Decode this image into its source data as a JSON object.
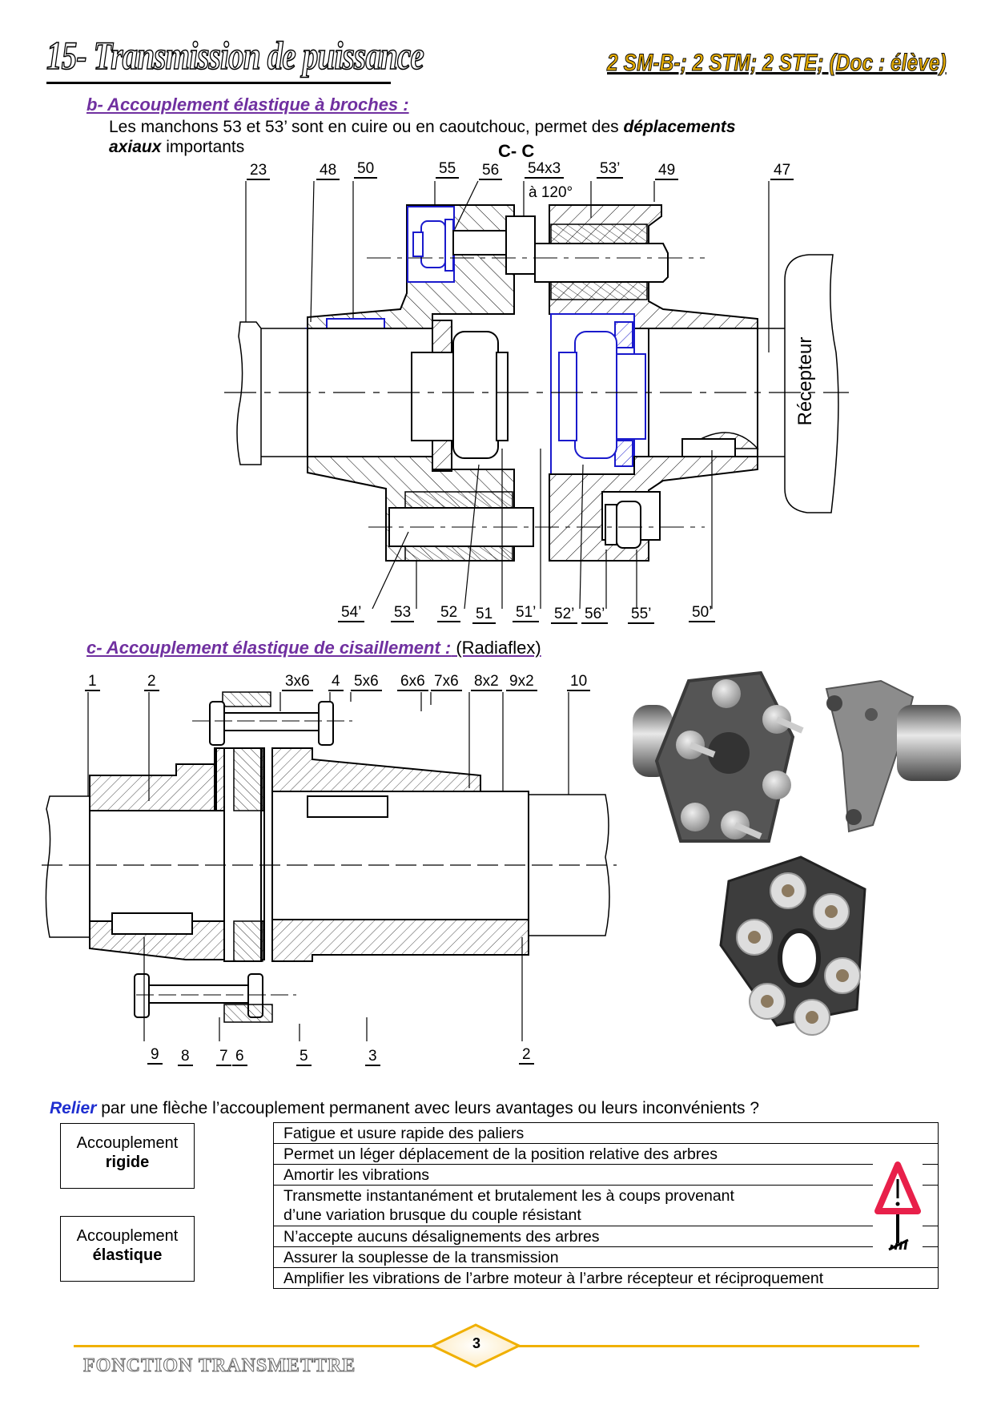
{
  "header": {
    "title": "15- Transmission de puissance",
    "classes": "2 SM-B-; 2 STM; 2 STE; (Doc : élève)"
  },
  "section_b": {
    "title": "b- Accouplement élastique à broches :",
    "text_1": "Les manchons 53 et 53’ sont en cuire ou en caoutchouc, permet des ",
    "text_1_bold": "déplacements",
    "text_2_bold": "axiaux",
    "text_2": " importants",
    "section_label": "C- C",
    "labels_top": [
      "23",
      "48",
      "50",
      "55",
      "56",
      "54x3",
      "53’",
      "49",
      "47"
    ],
    "angle_note": "à 120°",
    "labels_bottom": [
      "54’",
      "53",
      "52",
      "51",
      "51’",
      "52’",
      "56’",
      "55’",
      "50’"
    ],
    "receiver_label": "Récepteur"
  },
  "section_c": {
    "title": "c- Accouplement élastique de cisaillement :",
    "title_extra": " (Radiaflex)",
    "labels_top": [
      "1",
      "2",
      "3x6",
      "4",
      "5x6",
      "6x6",
      "7x6",
      "8x2",
      "9x2",
      "10"
    ],
    "labels_bottom": [
      "9",
      "8",
      "7",
      "6",
      "5",
      "3",
      "2"
    ],
    "photos": [
      "radiaflex-assembled-hub-photo",
      "radiaflex-flange-hub-photo",
      "radiaflex-rubber-disc-photo"
    ]
  },
  "exercise": {
    "prompt_bold": "Relier",
    "prompt": " par une flèche l’accouplement permanent avec leurs avantages ou leurs inconvénients ?",
    "coupling_types": [
      {
        "line1": "Accouplement",
        "line2": "rigide"
      },
      {
        "line1": "Accouplement",
        "line2": "élastique"
      }
    ],
    "statements": [
      "Fatigue et usure rapide des paliers",
      "Permet un léger déplacement de la position relative des arbres",
      "Amortir les vibrations",
      "Transmette instantanément et brutalement les à coups provenant\nd’une variation brusque du couple résistant",
      "N’accepte aucuns désalignements des arbres",
      "Assurer la souplesse de la transmission",
      "Amplifier les vibrations de l’arbre moteur à l’arbre récepteur et réciproquement"
    ],
    "warning_icon": "warning-sign-icon"
  },
  "footer": {
    "page_number": "3",
    "title": "FONCTION TRANSMETTRE"
  },
  "colors": {
    "section_title": "#7030a0",
    "relier": "#1f2fd0",
    "drawing_blue": "#1a1acc",
    "warning_red": "#e8204a",
    "footer_gold": "#f0b000"
  }
}
